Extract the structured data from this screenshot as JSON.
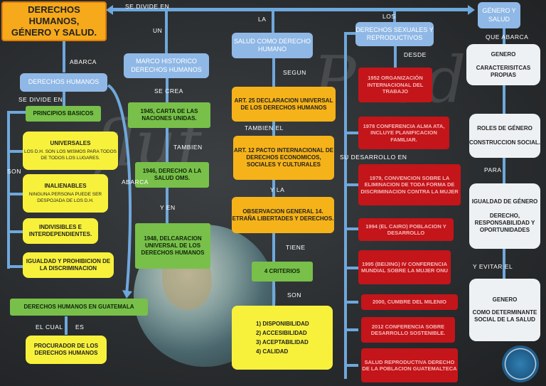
{
  "title": "DERECHOS HUMANOS,\nGÉNERO Y SALUD.",
  "labels": {
    "se_divide_en_top": "SE DIVIDE EN",
    "la": "LA",
    "los": "LOS",
    "un": "UN",
    "abarca_1": "ABARCA",
    "se_crea": "SE CREA",
    "segun": "SEGUN",
    "desde": "DESDE",
    "que_abarca": "QUE ABARCA",
    "se_divide_en": "SE DIVIDE EN",
    "tambien_el": "TAMBIEN EL",
    "tambien": "TAMBIEN",
    "son_1": "SON",
    "su_desarrollo_en": "SU DESARROLLO EN",
    "para": "PARA",
    "abarca_2": "ABARCA",
    "y_la": "Y LA",
    "y_en": "Y EN",
    "tiene": "TIENE",
    "y_evitar_el": "Y EVITAR EL",
    "son_2": "SON",
    "el_cual": "EL CUAL",
    "es": "ES"
  },
  "nodes": {
    "derechos_humanos": "DERECHOS HUMANOS",
    "principios": "PRINCIPIOS BASICOS",
    "universales_t": "UNIVERSALES",
    "universales_d": "LOS D.H. SON LOS MISMOS PARA TODOS DE TODOS LOS LUGARES.",
    "inalienables_t": "INALIENABLES",
    "inalienables_d": "NINGUNA PERSONA PUEDE SER DESPOJADA DE LOS D.H.",
    "indivisibles": "INDIVISIBLES E INTERDEPENDIENTES.",
    "igualdad": "IGUALDAD Y PROHIBICION DE LA DISCRIMINACION",
    "dh_guatemala": "DERECHOS HUMANOS EN GUATEMALA",
    "procurador": "PROCURADOR DE LOS DERECHOS HUMANOS",
    "marco": "MARCO HISTORICO DERECHOS HUMANOS",
    "carta": "1945, CARTA DE LAS NACIONES UNIDAS.",
    "derecho_salud": "1946, DERECHO A LA SALUD OMS.",
    "declaracion": "1948, DELCARACION UNIVERSAL DE LOS DERECHOS HUMANOS",
    "salud": "SALUD COMO DERECHO HUMANO",
    "art25": "ART. 25 DECLARACION UNIVERSAL DE LOS DERECHOS HUMANOS",
    "art12": "ART. 12 PACTO INTERNACIONAL DE DERECHOS ECONOMICOS, SOCIALES Y CULTURALES",
    "observacion": "OBSERVACION GENERAL 14. ETRAÑA LIBERTADES Y DERECHOS.",
    "criterios": "4 CRITERIOS",
    "criterios_list": [
      "1)   DISPONIBILIDAD",
      "2)   ACCESIBILIDAD",
      "3)   ACEPTABILIDAD",
      "4)   CALIDAD"
    ],
    "sexuales": "DERECHOS SEXUALES Y REPRODUCTIVOS",
    "r1952": "1952 ORGANIZACIÓN INTERNACIONAL DEL TRABAJO",
    "r1978": "1978 CONFERENCIA ALMA ATA, INCLUYE PLANIFICACION FAMILIAR.",
    "r1979": "1979, CONVENCION SOBRE LA ELIMINACION DE TODA FORMA DE DISCRIMINACION CONTRA LA MUJER",
    "r1994": "1994 (EL CAIRO) POBLACION Y DESARROLLO",
    "r1995": "1995 (BEIJING) IV CONFERENCIA MUNDIAL SOBRE LA MUJER ONU",
    "r2000": "2000, CUMBRE DEL MILENIO",
    "r2012": "2012 CONFERENCIA SOBRE DESARROLLO SOSTENIBLE.",
    "salud_repro": "SALUD REPRODUCTIVA DERECHO DE LA POBLACION GUATEMALTECA",
    "genero_salud": "GÉNERO Y SALUD",
    "genero_t": "GENERO",
    "genero_d": "CARACTERISITCAS PROPIAS",
    "roles_t": "ROLES DE GÉNERO",
    "roles_d": "CONSTRUCCION SOCIAL.",
    "igualdad_gen_t": "IGUALDAD DE GÉNERO",
    "igualdad_gen_d": "DERECHO, RESPONSABILIDAD Y OPORTUNIDADES",
    "genero_det_t": "GENERO",
    "genero_det_d": "COMO DETERMINANTE SOCIAL DE LA SALUD"
  }
}
